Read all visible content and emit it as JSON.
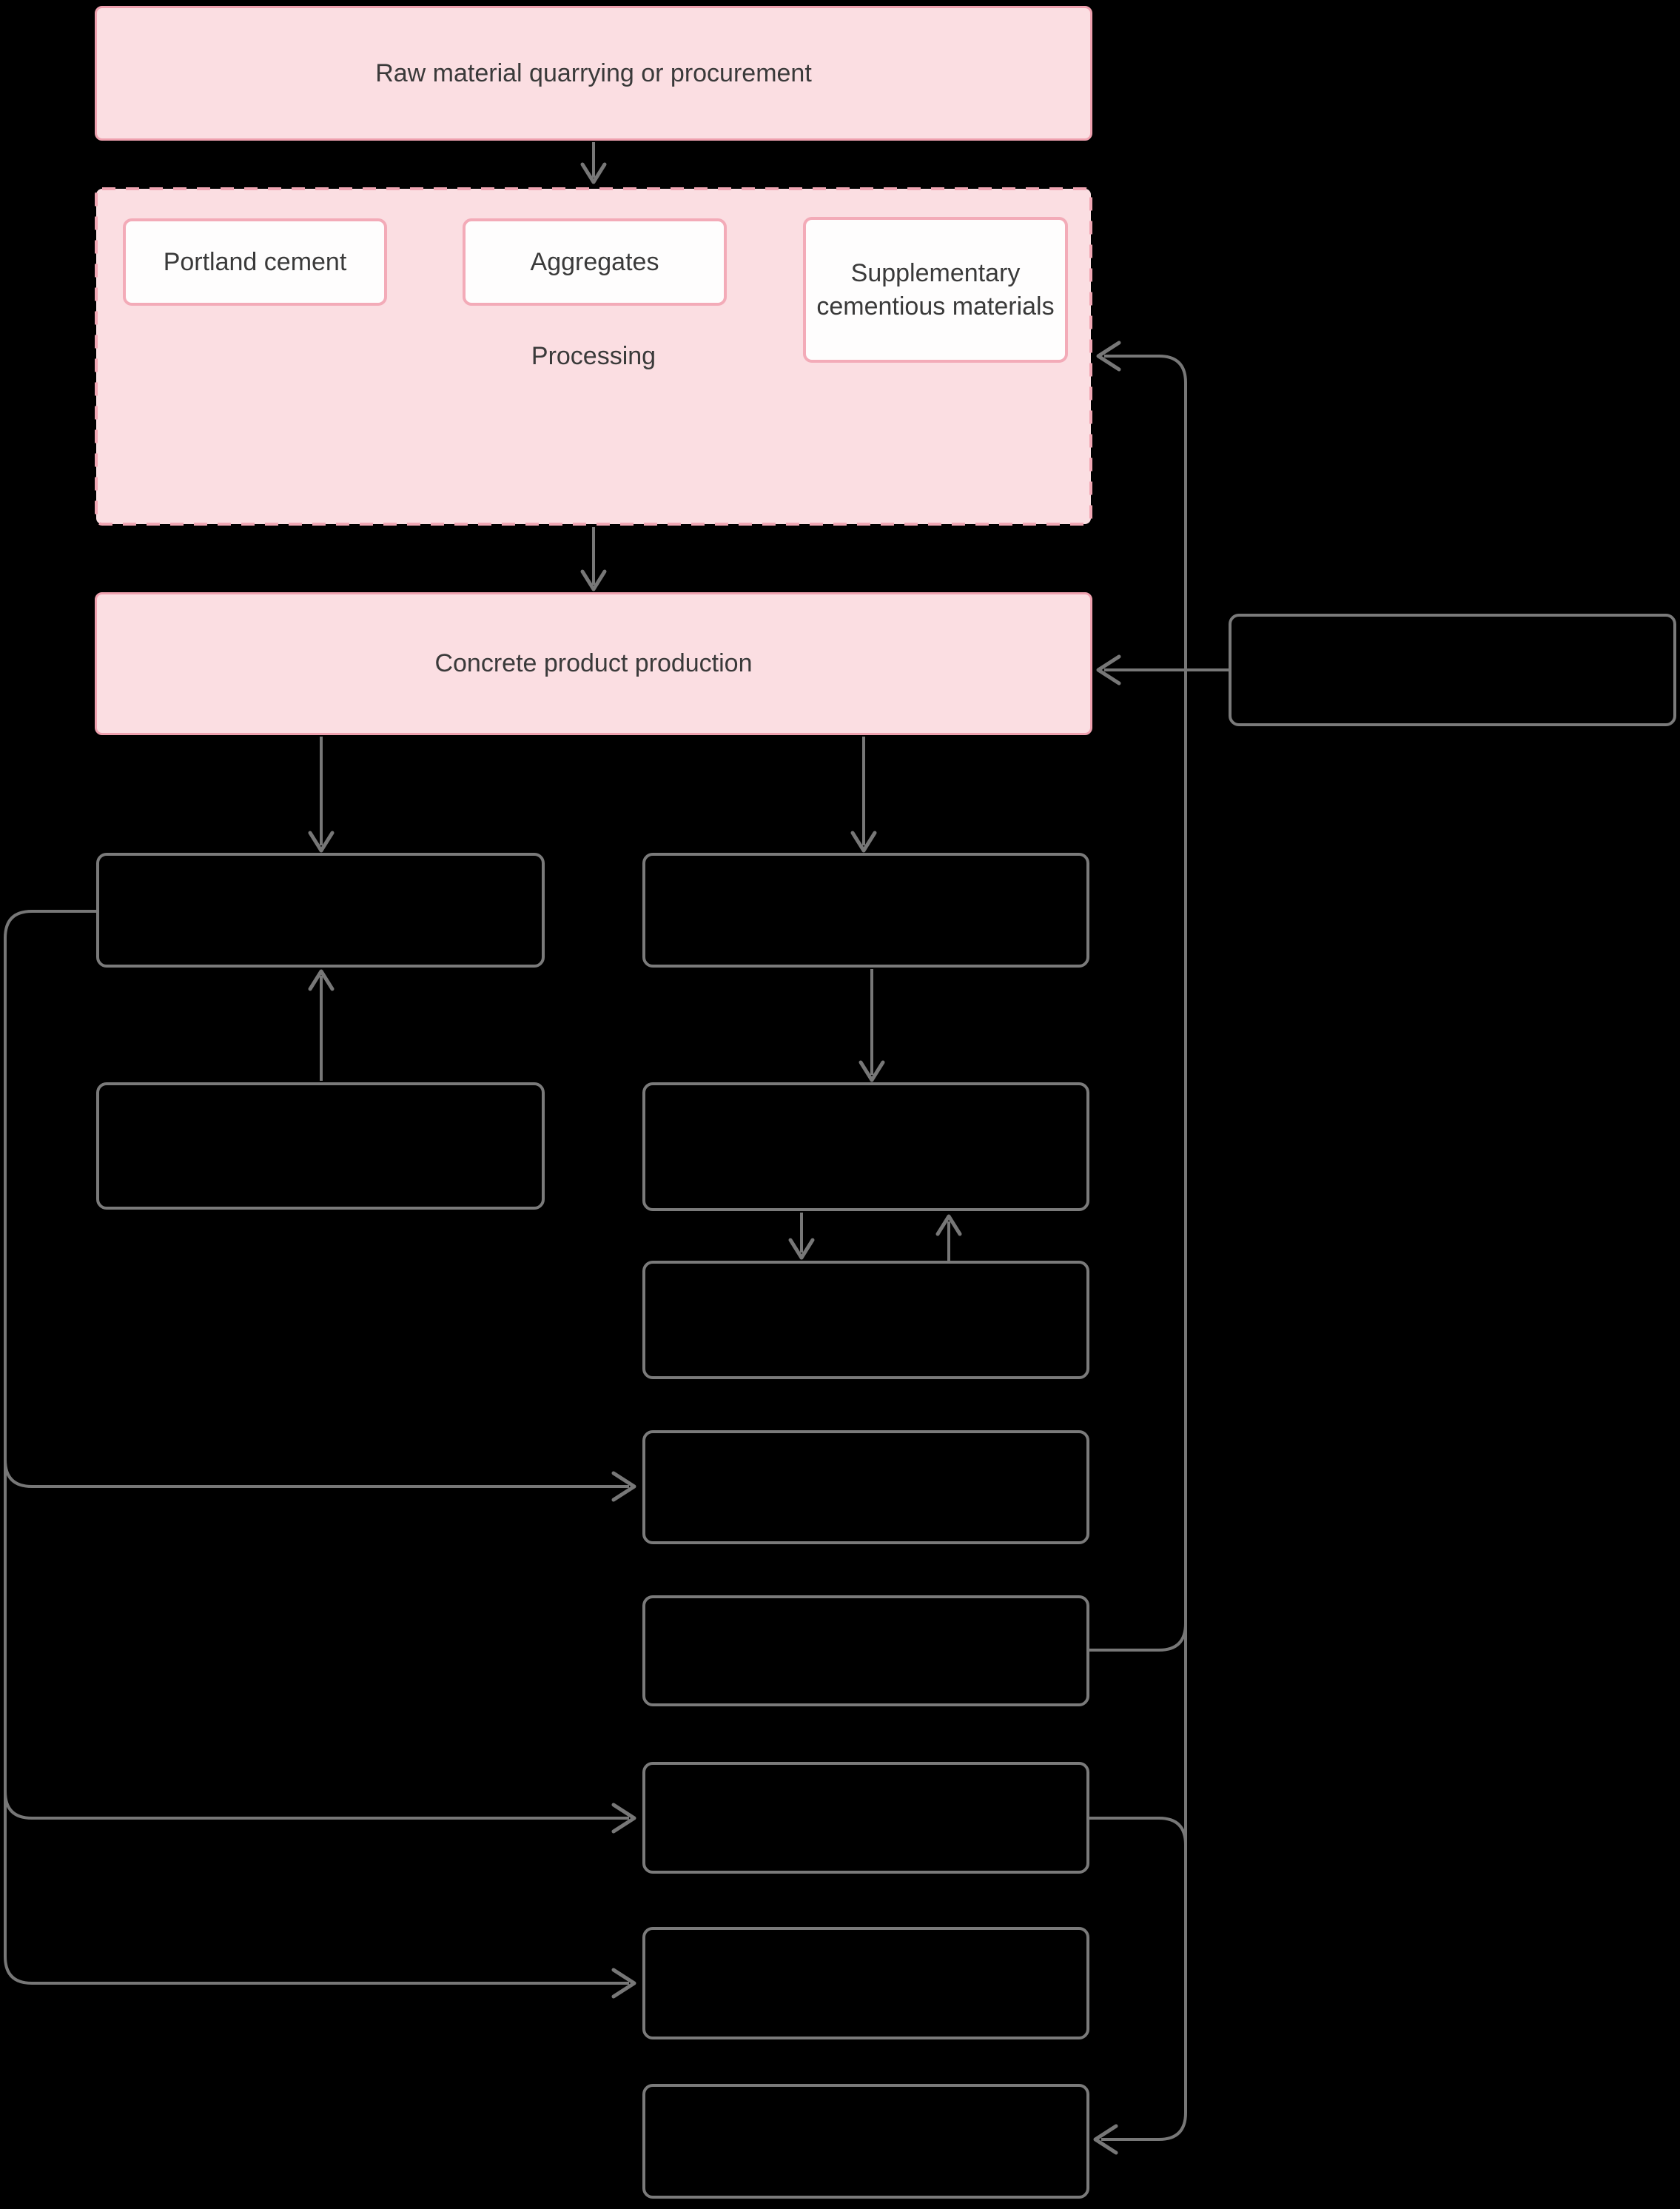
{
  "diagram": {
    "type": "flowchart",
    "background": "#000000",
    "nodes": {
      "raw_material": {
        "label": "Raw material quarrying or procurement"
      },
      "processing_group": {
        "label": "Processing"
      },
      "portland_cement": {
        "label": "Portland cement"
      },
      "aggregates": {
        "label": "Aggregates"
      },
      "supplementary": {
        "label": "Supplementary cementious materials"
      },
      "concrete_production": {
        "label": "Concrete product production"
      },
      "unlabeled_boxes": {
        "right_box": "",
        "left_column_box_1": "",
        "left_column_box_2": "",
        "middle_column_box_1": "",
        "middle_column_box_2": "",
        "middle_column_box_3": "",
        "middle_column_box_4": "",
        "middle_column_box_5": "",
        "middle_column_box_6": "",
        "middle_column_box_7": "",
        "middle_column_box_8": ""
      }
    },
    "colors": {
      "pink_fill": "#fbdee2",
      "pink_border": "#efa1af",
      "pink_dashed_border": "#f1a7b4",
      "white_node_fill": "#fefdfd",
      "white_node_border": "#f3abb8",
      "connector_gray": "#777777",
      "dark_node_border": "#7a7a7a",
      "text_dark": "#3a3a3a"
    }
  }
}
